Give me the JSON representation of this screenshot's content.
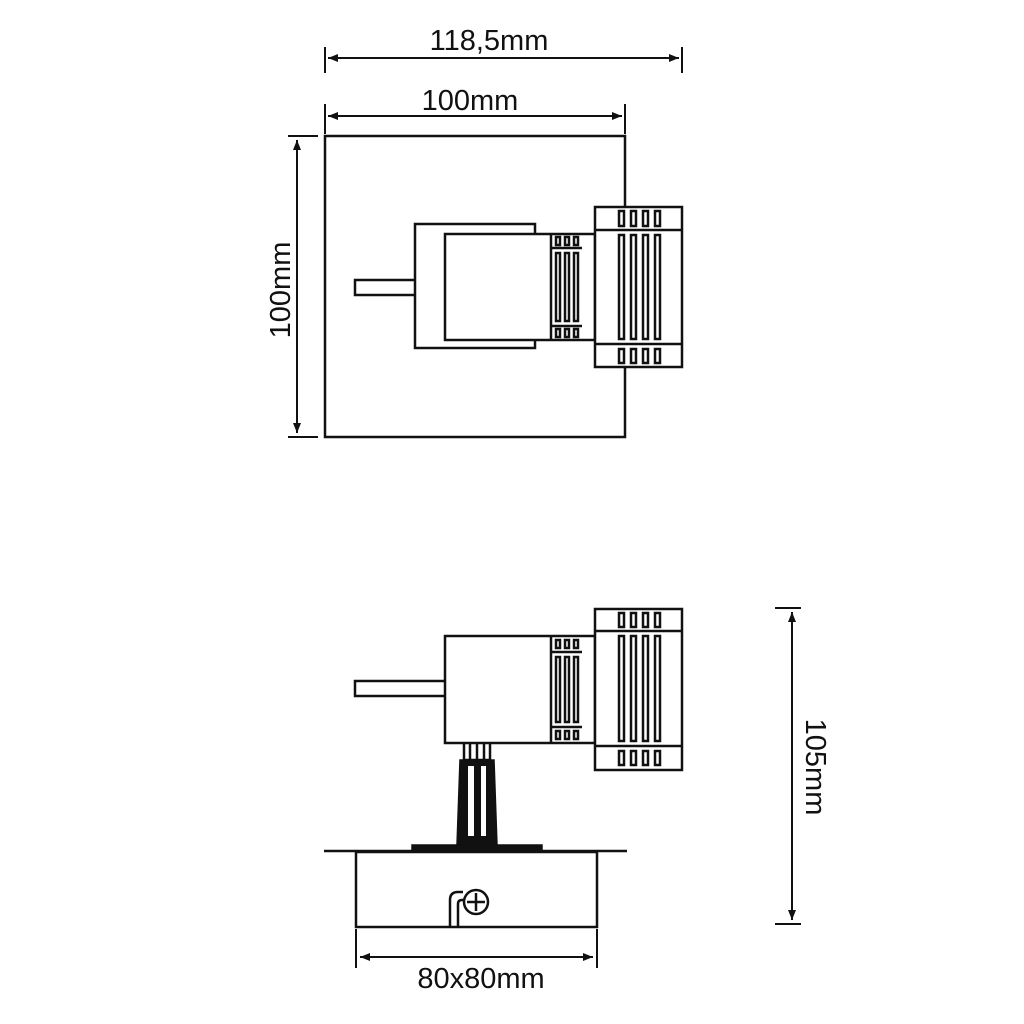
{
  "top_view": {
    "overall_width_label": "118,5mm",
    "plate_width_label": "100mm",
    "plate_height_label": "100mm"
  },
  "side_view": {
    "height_label": "105mm",
    "base_label": "80x80mm"
  }
}
